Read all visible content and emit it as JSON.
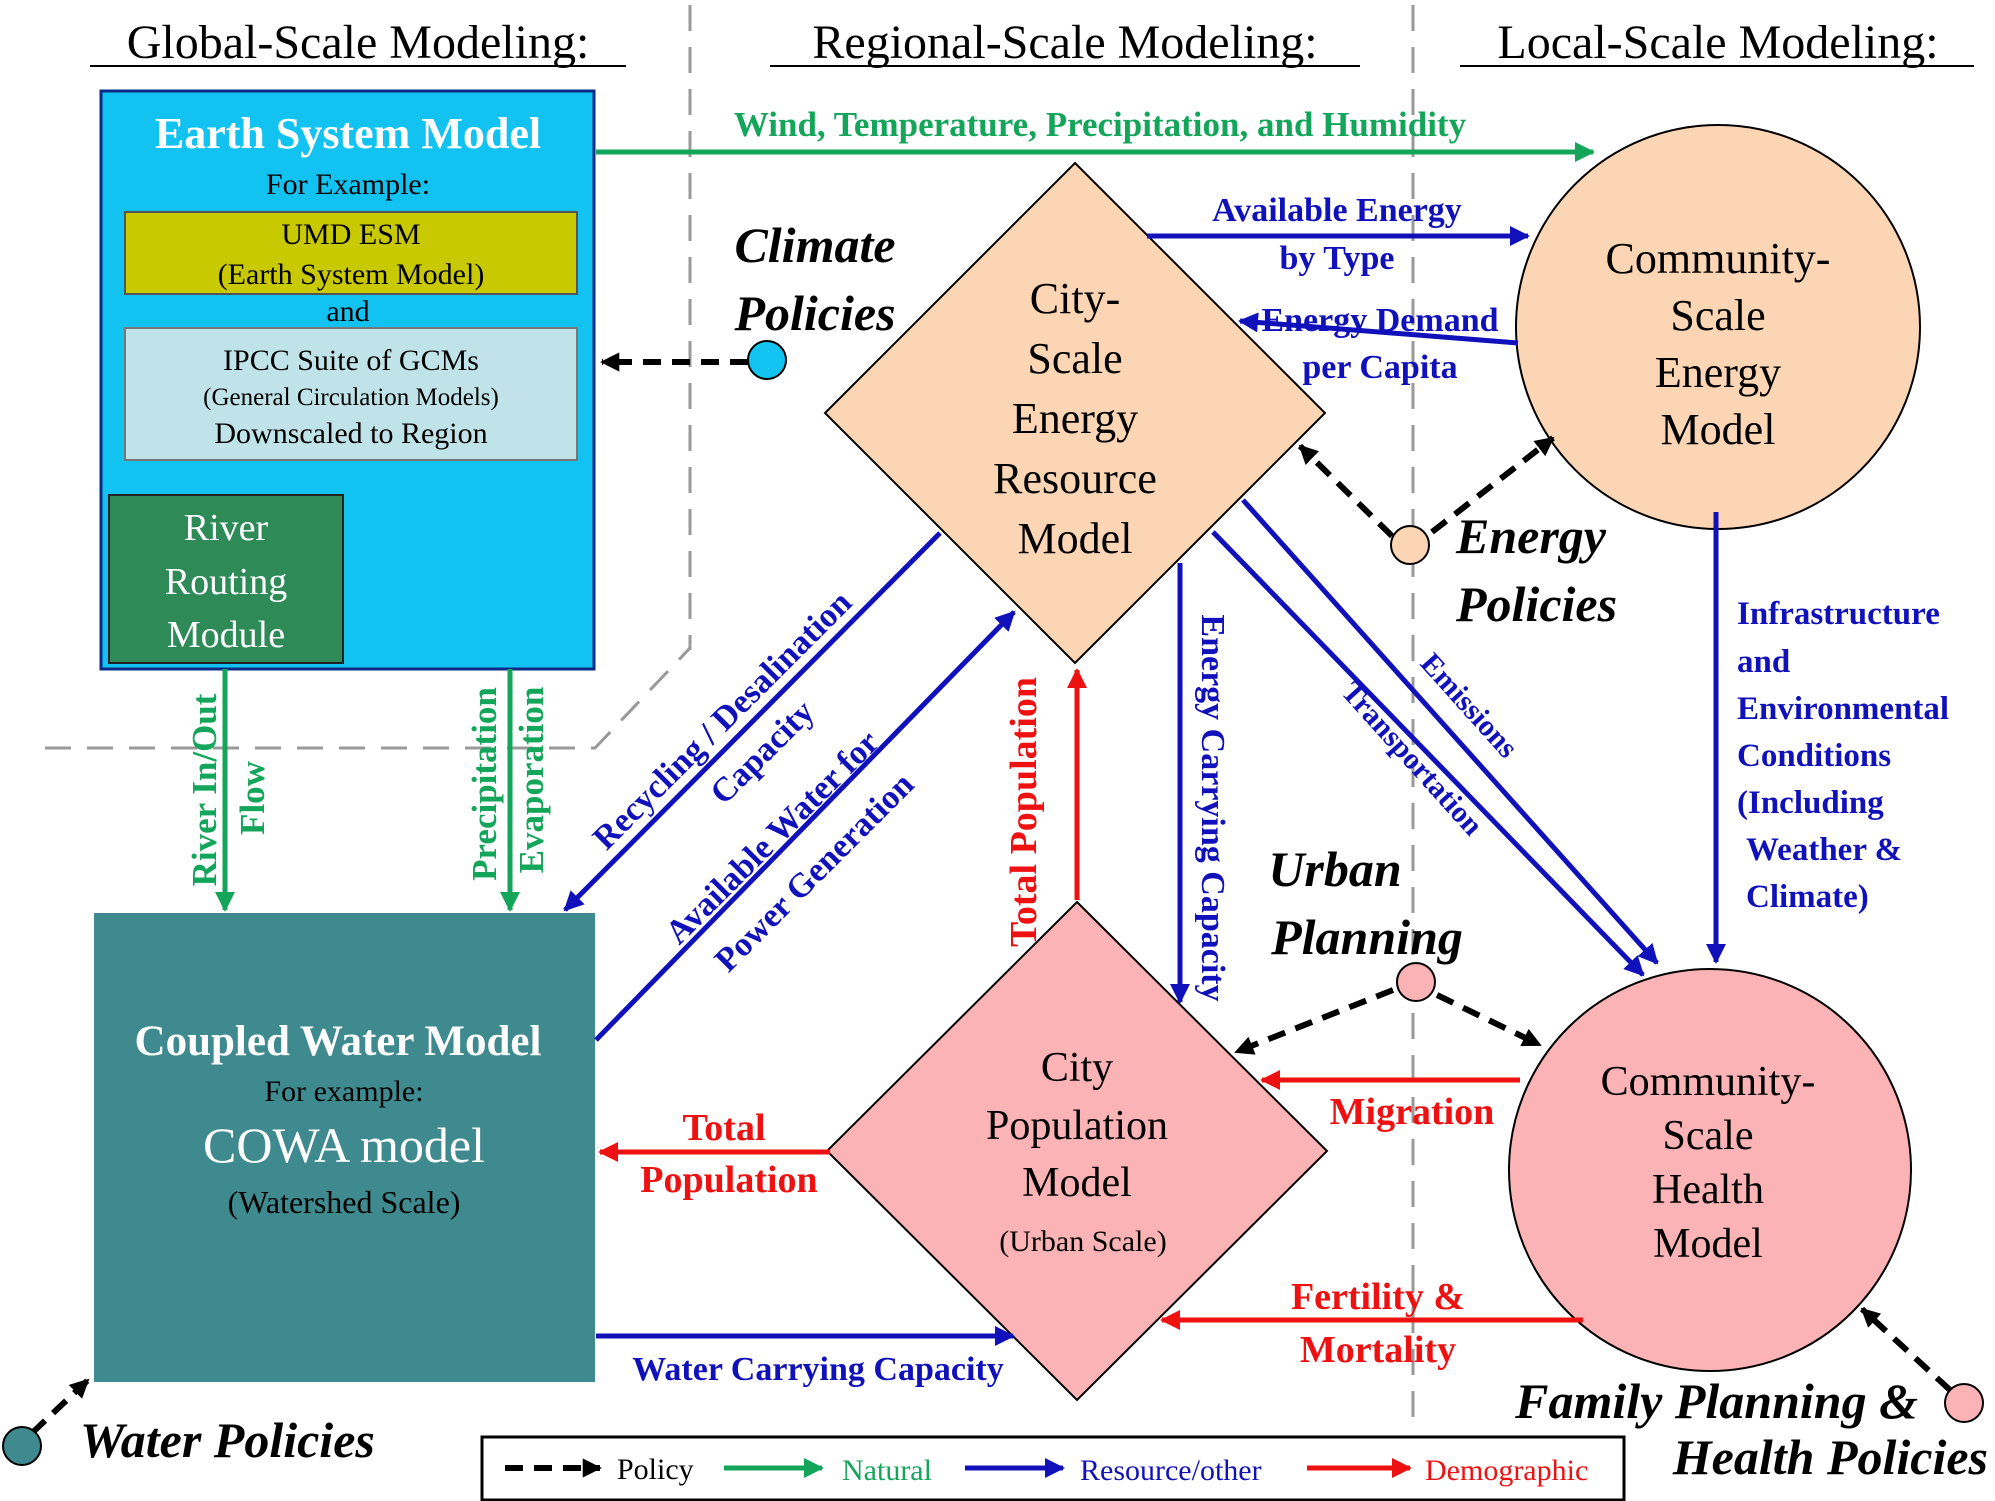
{
  "headers": {
    "global": "Global-Scale Modeling:",
    "regional": "Regional-Scale Modeling:",
    "local": "Local-Scale Modeling:"
  },
  "esm": {
    "title": "Earth System Model",
    "for_example": "For Example:",
    "umd_line1": "UMD ESM",
    "umd_line2": "(Earth System Model)",
    "and": "and",
    "ipcc_line1": "IPCC Suite of GCMs",
    "ipcc_line2": "(General Circulation Models)",
    "ipcc_line3": "Downscaled to Region",
    "river_line1": "River",
    "river_line2": "Routing",
    "river_line3": "Module"
  },
  "water_model": {
    "title": "Coupled Water Model",
    "for_example": "For example:",
    "model": "COWA model",
    "scale": "(Watershed Scale)"
  },
  "energy_resource": {
    "l1": "City-",
    "l2": "Scale",
    "l3": "Energy",
    "l4": "Resource",
    "l5": "Model"
  },
  "population_model": {
    "l1": "City",
    "l2": "Population",
    "l3": "Model",
    "l4": "(Urban Scale)"
  },
  "community_energy": {
    "l1": "Community-",
    "l2": "Scale",
    "l3": "Energy",
    "l4": "Model"
  },
  "community_health": {
    "l1": "Community-",
    "l2": "Scale",
    "l3": "Health",
    "l4": "Model"
  },
  "policies": {
    "climate_l1": "Climate",
    "climate_l2": "Policies",
    "energy_l1": "Energy",
    "energy_l2": "Policies",
    "urban_l1": "Urban",
    "urban_l2": "Planning",
    "water": "Water Policies",
    "family_l1": "Family Planning &",
    "family_l2": "Health Policies"
  },
  "flows": {
    "wind": "Wind, Temperature, Precipitation, and Humidity",
    "avail_energy_l1": "Available Energy",
    "avail_energy_l2": "by Type",
    "energy_demand_l1": "Energy Demand",
    "energy_demand_l2": "per Capita",
    "river_l1": "River In/Out",
    "river_l2": "Flow",
    "precip": "Precipitation",
    "evap": "Evaporation",
    "recycling_l1": "Recycling / Desalination",
    "recycling_l2": "Capacity",
    "avail_water_l1": "Available Water for",
    "avail_water_l2": "Power Generation",
    "total_pop_vertical": "Total Population",
    "energy_carrying": "Energy Carrying Capacity",
    "emissions": "Emissions",
    "transportation": "Transportation",
    "infra_l1": "Infrastructure",
    "infra_l2": "and",
    "infra_l3": "Environmental",
    "infra_l4": "Conditions",
    "infra_l5": "(Including",
    "infra_l6": "Weather &",
    "infra_l7": "Climate)",
    "migration": "Migration",
    "total_pop_l1": "Total",
    "total_pop_l2": "Population",
    "fertility_l1": "Fertility &",
    "fertility_l2": "Mortality",
    "water_carrying": "Water Carrying Capacity"
  },
  "legend": {
    "policy": "Policy",
    "natural": "Natural",
    "resource": "Resource/other",
    "demographic": "Demographic"
  },
  "colors": {
    "green": "#13a65a",
    "blue": "#1111bb",
    "red": "#ee1111",
    "black": "#000000",
    "esm_box": "#12c3f2",
    "umd_box": "#c9c900",
    "ipcc_box": "#bfe3e8",
    "river_box": "#2e8b57",
    "water_box": "#3f8a8e",
    "peach": "#fcd5b5",
    "pink": "#fbb3b5"
  }
}
